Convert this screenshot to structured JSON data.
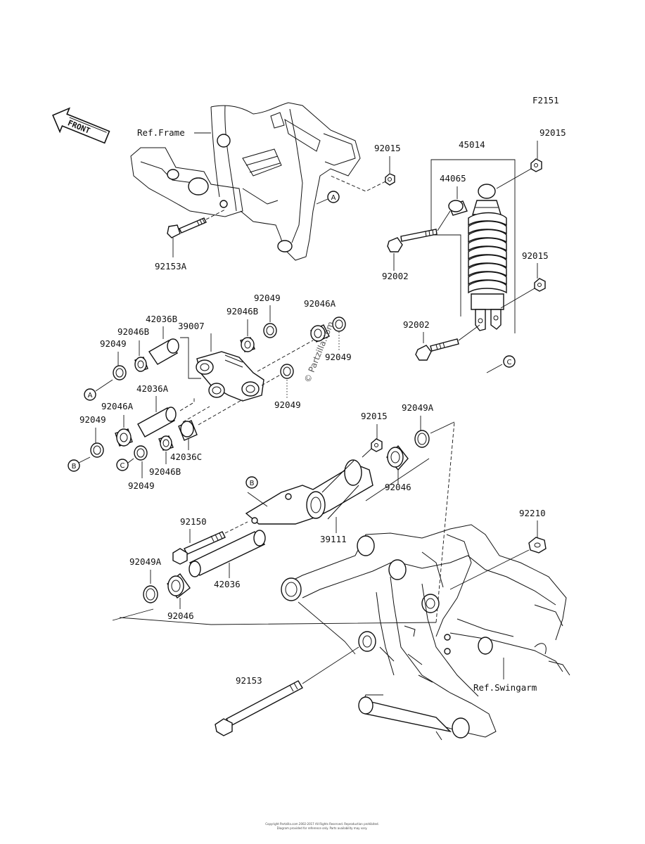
{
  "figure_code": "F2151",
  "front_label": "FRONT",
  "watermark": "© Partzilla.com",
  "refs": {
    "frame": "Ref.Frame",
    "swingarm": "Ref.Swingarm"
  },
  "markers": {
    "A": "A",
    "B": "B",
    "C": "C"
  },
  "parts": {
    "p92015_top": "92015",
    "p45014": "45014",
    "p92015_tr": "92015",
    "p44065": "44065",
    "p92153A": "92153A",
    "p92002_a": "92002",
    "p92015_mid": "92015",
    "p92049_top": "92049",
    "p92046A_top": "92046A",
    "p92046B_top": "92046B",
    "p42036B": "42036B",
    "p39007": "39007",
    "p92046B_left": "92046B",
    "p92002_b": "92002",
    "p92049_left": "92049",
    "p92049_right": "92049",
    "p42036A": "42036A",
    "p92049_center": "92049",
    "p92046A_left": "92046A",
    "p92015_low": "92015",
    "p92049A_top": "92049A",
    "p92049_bl": "92049",
    "p42036C": "42036C",
    "p92046B_bot": "92046B",
    "p92049_bot": "92049",
    "p92046_right": "92046",
    "p39111": "39111",
    "p92150": "92150",
    "p92210": "92210",
    "p92049A_bot": "92049A",
    "p42036": "42036",
    "p92046_bot": "92046",
    "p92153": "92153"
  },
  "footer": {
    "line1": "Copyright Partzilla.com 2002-2017 All Rights Reserved. Reproduction prohibited.",
    "line2": "Diagram provided for reference only. Parts availability may vary."
  }
}
